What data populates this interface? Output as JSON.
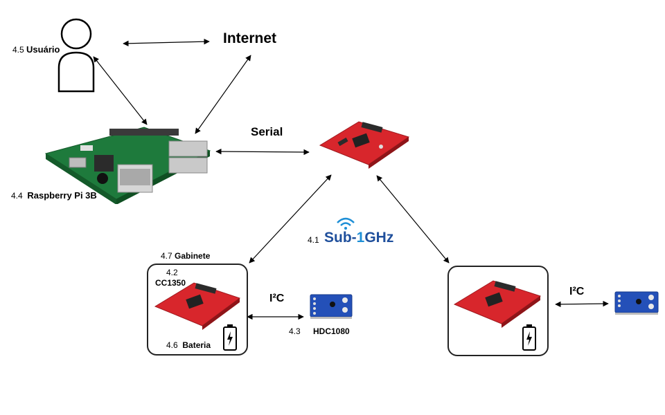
{
  "user": {
    "num": "4.5",
    "label": "Usuário"
  },
  "internet": {
    "label": "Internet"
  },
  "serial": {
    "label": "Serial"
  },
  "raspberry": {
    "num": "4.4",
    "label": "Raspberry Pi 3B"
  },
  "sub1ghz": {
    "num": "4.1",
    "logo_a": "Sub-",
    "logo_b": "1",
    "logo_c": "GHz"
  },
  "gabinete": {
    "num": "4.7",
    "label": "Gabinete"
  },
  "cc1350": {
    "num": "4.2",
    "label": "CC1350"
  },
  "bateria": {
    "num": "4.6",
    "label": "Bateria"
  },
  "i2c_left": {
    "label": "I²C"
  },
  "i2c_right": {
    "label": "I²C"
  },
  "hdc1080": {
    "num": "4.3",
    "label": "HDC1080"
  },
  "colors": {
    "board_red": "#d8262c",
    "sensor_blue": "#2450b8",
    "logo_blue": "#1f4f9c",
    "logo_light": "#1e8fd6"
  }
}
